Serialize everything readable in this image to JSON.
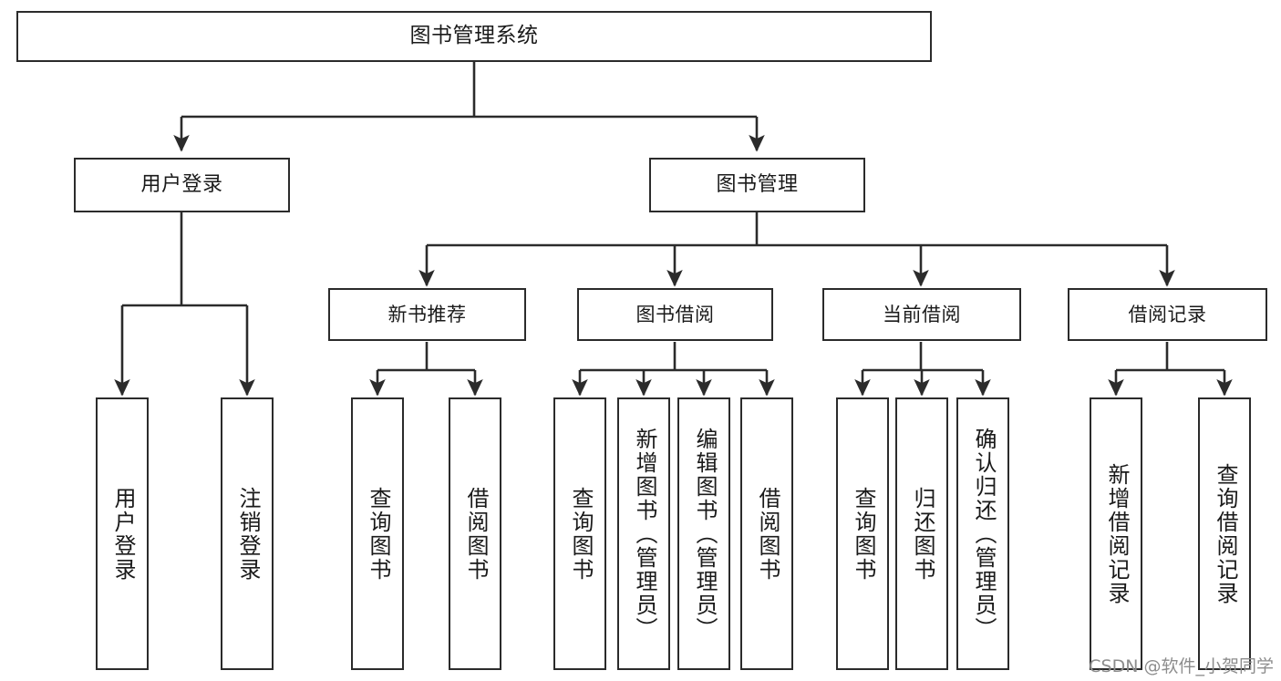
{
  "diagram": {
    "type": "tree-hierarchy-chart",
    "title": "图书管理系统",
    "watermark": "CSDN @软件_小贺同学",
    "colors": {
      "box_border": "#2b2b2b",
      "box_fill": "#ffffff",
      "edge": "#2b2b2b",
      "text": "#1a1a1a",
      "watermark": "#8d8d8d",
      "background": "#ffffff"
    },
    "nodes": {
      "root": {
        "label": "图书管理系统"
      },
      "level2": [
        {
          "label": "用户登录"
        },
        {
          "label": "图书管理"
        }
      ],
      "level3": [
        {
          "label": "新书推荐"
        },
        {
          "label": "图书借阅"
        },
        {
          "label": "当前借阅"
        },
        {
          "label": "借阅记录"
        }
      ],
      "leaves": {
        "user_login": [
          {
            "label": "用户登录"
          },
          {
            "label": "注销登录"
          }
        ],
        "new_book_recommend": [
          {
            "label": "查询图书"
          },
          {
            "label": "借阅图书"
          }
        ],
        "book_borrow": [
          {
            "label": "查询图书"
          },
          {
            "label": "新增图书（管理员）"
          },
          {
            "label": "编辑图书（管理员）"
          },
          {
            "label": "借阅图书"
          }
        ],
        "current_borrow": [
          {
            "label": "查询图书"
          },
          {
            "label": "归还图书"
          },
          {
            "label": "确认归还（管理员）"
          }
        ],
        "borrow_records": [
          {
            "label": "新增借阅记录"
          },
          {
            "label": "查询借阅记录"
          }
        ]
      }
    }
  }
}
